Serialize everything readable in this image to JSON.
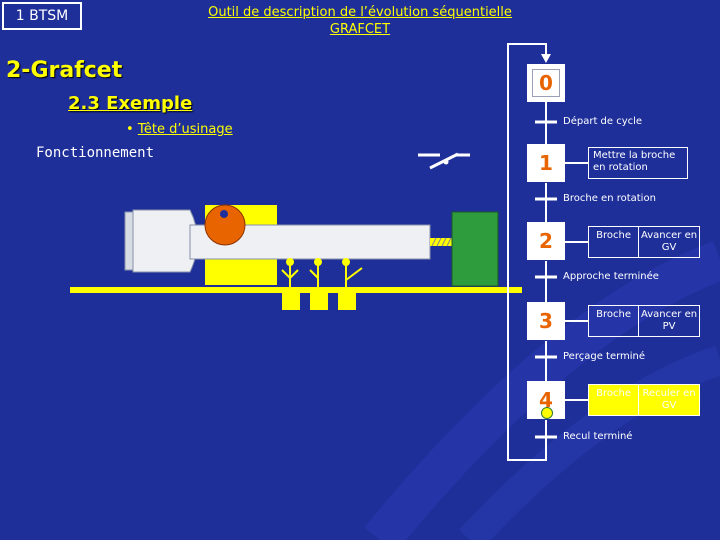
{
  "course_tag": "1 BTSM",
  "header": {
    "line1": "Outil de description de l’évolution séquentielle",
    "line2": "GRAFCET"
  },
  "main_title": "2-Grafcet",
  "section_title": "2.3 Exemple",
  "bullet": {
    "symbol": "•",
    "text": "Tête d’usinage"
  },
  "function_label": "Fonctionnement",
  "grafcet": {
    "steps": [
      {
        "number": "0",
        "initial": true
      },
      {
        "number": "1"
      },
      {
        "number": "2"
      },
      {
        "number": "3"
      },
      {
        "number": "4",
        "active": true
      }
    ],
    "transitions": [
      "Départ de cycle",
      "Broche en rotation",
      "Approche terminée",
      "Perçage terminé",
      "Recul terminé"
    ],
    "actions": [
      {
        "step": "1",
        "text": "Mettre la broche en rotation"
      },
      {
        "step": "2",
        "left": "Broche",
        "right": "Avancer en GV"
      },
      {
        "step": "3",
        "left": "Broche",
        "right": "Avancer en PV"
      },
      {
        "step": "4",
        "left": "Broche",
        "right": "Reculer en GV",
        "active": true
      }
    ]
  },
  "colors": {
    "background": "#1e2f9a",
    "title": "#ffff00",
    "step_number": "#e86400",
    "machine_yellow": "#ffff00",
    "workpiece_green": "#2e9c3c",
    "spindle_motor": "#e86400",
    "active_token": "#ffff00"
  },
  "icons": {
    "switch": "switch-contact-icon",
    "valves": "hydraulic-valve-icon",
    "active_token": "active-step-token-icon"
  }
}
